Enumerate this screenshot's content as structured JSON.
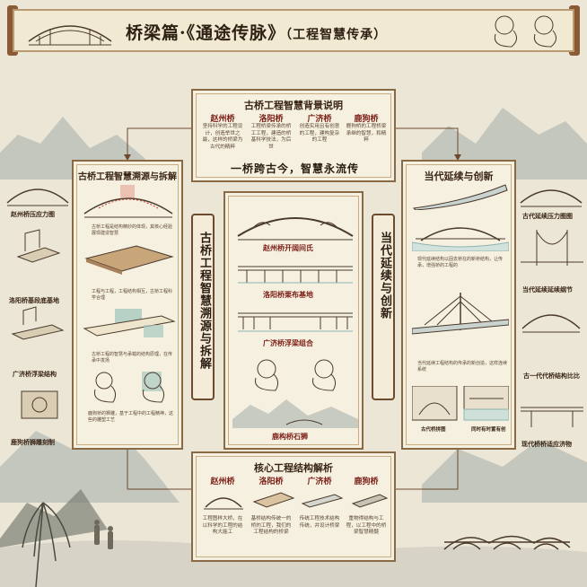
{
  "banner": {
    "title": "桥梁篇·《通途传脉》",
    "subtitle": "（工程智慧传承）"
  },
  "top_panel": {
    "title": "古桥工程智慧背景说明",
    "columns": [
      {
        "name": "赵州桥",
        "text": "坚持科学的工程设计，创造举世之最，这样的桥梁为古代的精粹"
      },
      {
        "name": "洛阳桥",
        "text": "工程桥梁传承的桥工工程，建造的桥基科学技法，为后世"
      },
      {
        "name": "广济桥",
        "text": "创造实用且有创意的工程，建构复杂的工程"
      },
      {
        "name": "鹿狗桥",
        "text": "鹿狗桥的工程桥梁承继的智慧，和精粹"
      }
    ],
    "slogan": "一桥跨古今，智慧永流传"
  },
  "left_panel": {
    "title": "古桥工程智慧溯源与拆解",
    "texts": [
      "古桥工程是结构精妙的体现，其核心经验展现建造智慧",
      "工程与工程，工程结构相互，古桥工程科学合理",
      "古桥工程的智慧与承载的结构原理，在传承中发扬",
      "鹿狗桥的狮雕，基于工程中的工程精神，这些的雕塑工艺"
    ]
  },
  "left_banner": "古桥工程智慧溯源与拆解",
  "right_banner": "当代延续与创新",
  "left_captions": [
    "赵州桥压应力图",
    "洛阳桥基段底基地",
    "广济桥浮梁结构",
    "鹿狗桥狮雕刻制"
  ],
  "center_captions": [
    "赵州桥开阔间氏",
    "洛阳桥栗布基地",
    "广济桥浮梁组合",
    "鹿构桥石狮"
  ],
  "right_panel": {
    "title": "当代延续与创新",
    "texts": [
      "现代延续结构以固去桥在的新桥结构，让传承，增强桥的工程的",
      "当代延续工程结构的传承的新创造，这样连续系统"
    ],
    "bottom_labels": [
      "古代桥拼图",
      "同时有时置有创"
    ]
  },
  "right_captions": [
    "古代延续压力图图",
    "当代延续延续纲节",
    "古一代代桥结构比比",
    "现代桥桥适应济物"
  ],
  "bottom_panel": {
    "title": "核心工程结构解析",
    "columns": [
      {
        "name": "赵州桥",
        "text": "工程图样大桥，在以科学的工程的结构大能工"
      },
      {
        "name": "洛阳桥",
        "text": "基桥结构传统一的桥的工程，我们的工程结构的桥梁"
      },
      {
        "name": "广济桥",
        "text": "传统工程技术结构传统，并设计桥梁"
      },
      {
        "name": "鹿狗桥",
        "text": "重物得结构与工程，以工程中的桥梁智慧精髓"
      }
    ]
  }
}
